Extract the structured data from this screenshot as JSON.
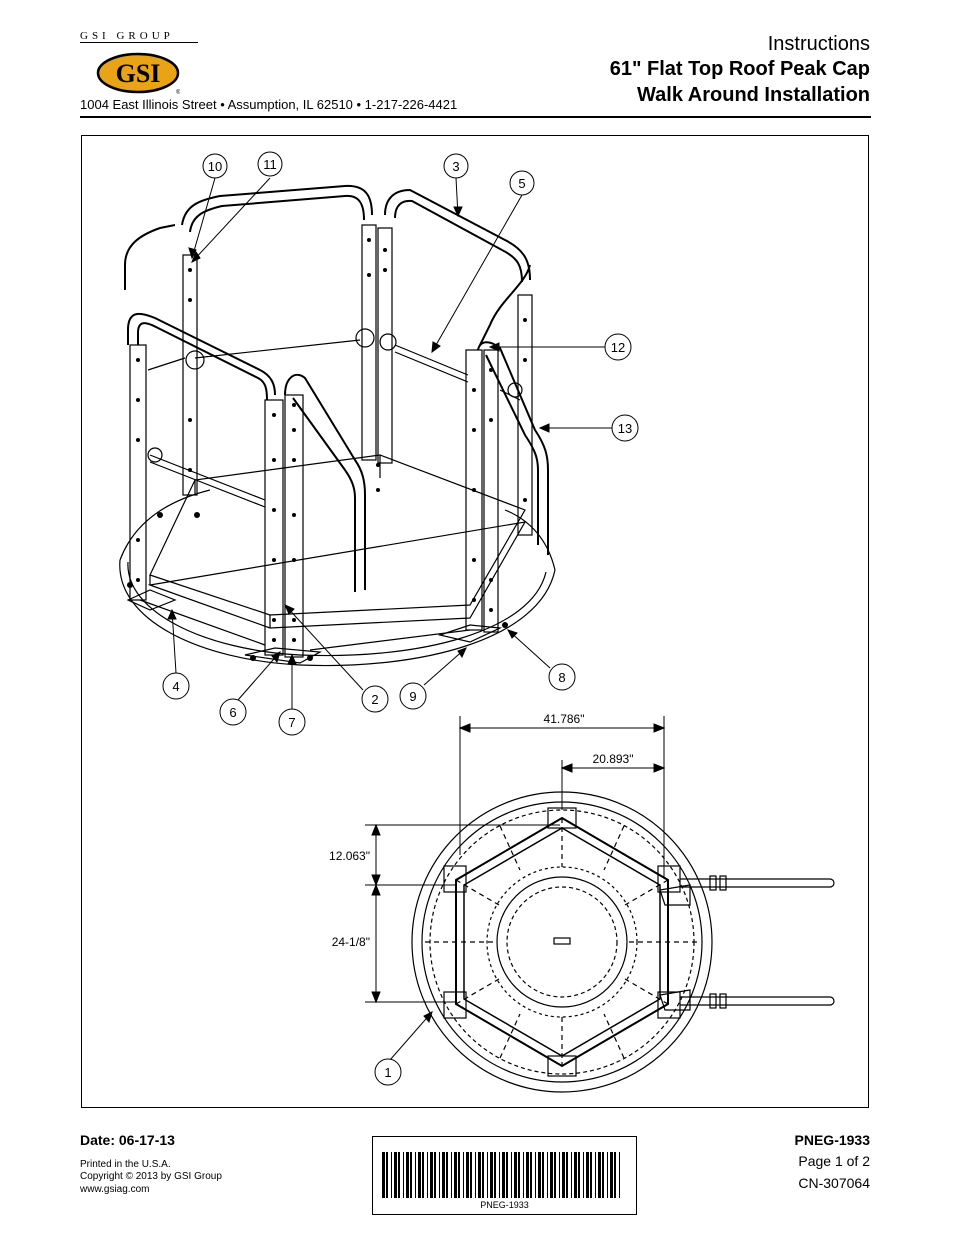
{
  "header": {
    "brand_text": "GSI GROUP",
    "logo_text": "GSI",
    "address": "1004 East Illinois Street • Assumption, IL 62510 • 1-217-226-4421",
    "title_line1": "Instructions",
    "title_line2": "61\" Flat Top Roof Peak Cap",
    "title_line3": "Walk Around Installation"
  },
  "callouts": [
    "10",
    "11",
    "3",
    "5",
    "12",
    "13",
    "4",
    "6",
    "7",
    "2",
    "9",
    "8",
    "1"
  ],
  "dimensions": {
    "width_full": "41.786\"",
    "width_half": "20.893\"",
    "height_upper": "12.063\"",
    "height_lower": "24-1/8\""
  },
  "footer": {
    "date": "Date: 06-17-13",
    "printed": "Printed in the U.S.A.",
    "copyright": "Copyright © 2013 by GSI Group",
    "website": "www.gsiag.com",
    "doc_number": "PNEG-1933",
    "page": "Page 1 of 2",
    "cn": "CN-307064",
    "barcode_label": "PNEG-1933"
  },
  "colors": {
    "logo_fill": "#E8A317",
    "line": "#000000"
  }
}
